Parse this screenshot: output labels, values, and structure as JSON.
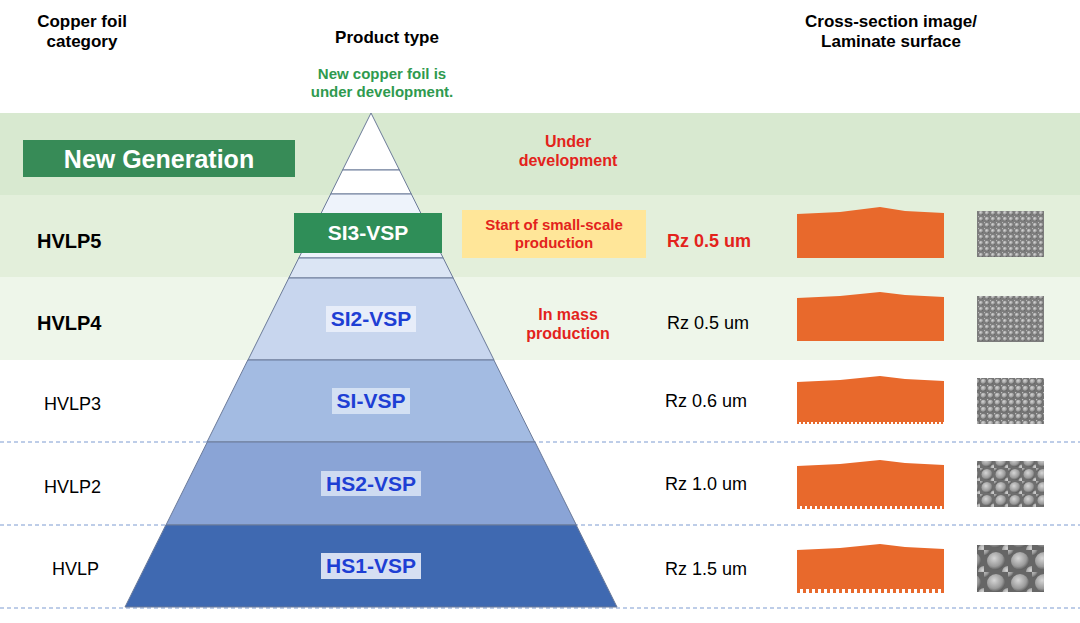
{
  "diagram": {
    "nodes": [
      {
        "text": [
          "New Generation"
        ]
      },
      {
        "text": [
          "SI3-VSP"
        ]
      },
      {
        "text": [
          "Start of small-scale production"
        ]
      },
      {
        "text": [
          "SI2-VSP"
        ]
      },
      {
        "text": [
          "SI-VSP"
        ]
      },
      {
        "text": [
          "HS2-VSP"
        ]
      },
      {
        "text": [
          "HS1-VSP"
        ]
      }
    ],
    "labels": [
      "Copper foil category",
      "Product type",
      "New copper foil is under development.",
      "Cross-section image/ Laminate surface",
      "Under development",
      "HVLP5",
      "Rz 0.5 um",
      "HVLP4",
      "In mass production",
      "Rz 0.5 um",
      "HVLP3",
      "Rz 0.6 um",
      "HVLP2",
      "Rz 1.0 um",
      "HVLP",
      "Rz 1.5 um"
    ]
  }
}
